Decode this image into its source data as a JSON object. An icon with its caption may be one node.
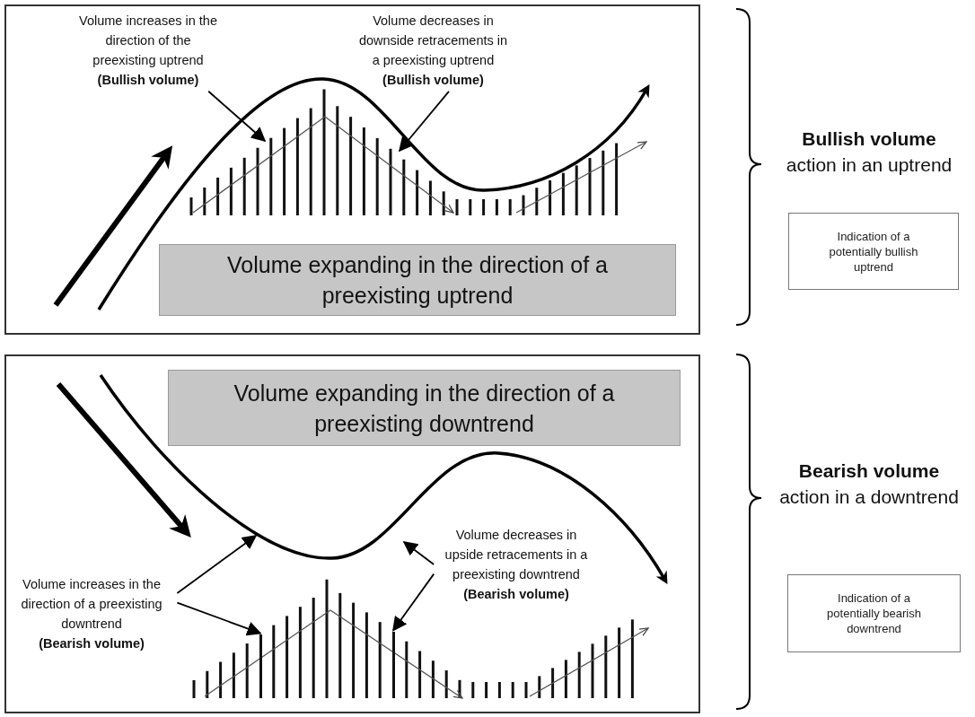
{
  "diagram": {
    "nodes": [
      {
        "text": [],
        "shape": "box"
      },
      {
        "text": [
          "Volume increases in the direction of the preexisting uptrend",
          "(Bullish volume)"
        ],
        "in": 0
      },
      {
        "text": [
          "Volume decreases in downside retracements in a preexisting uptrend",
          "(Bullish volume)"
        ],
        "in": 0
      },
      {
        "text": [
          "Volume expanding in the direction of a preexisting uptrend"
        ],
        "in": 0
      },
      {
        "text": [
          "Indication of a potentially bullish uptrend"
        ]
      },
      {
        "text": [],
        "shape": "box"
      },
      {
        "text": [
          "Volume expanding in the direction of a preexisting  downtrend"
        ],
        "in": 5
      },
      {
        "text": [
          "Volume decreases in upside retracements in a preexisting downtrend",
          "(Bearish volume)"
        ],
        "in": 5
      },
      {
        "text": [
          "Volume increases in the direction of a preexisting downtrend",
          "(Bearish volume)"
        ],
        "in": 5
      },
      {
        "text": [
          "Indication of a potentially bearish downtrend"
        ]
      },
      {
        "text": [],
        "shape": "bar",
        "in": 5
      },
      {
        "text": [],
        "shape": "bar",
        "in": 5
      }
    ],
    "edges": [
      {
        "from": 1,
        "to": null,
        "arrow": "to"
      },
      {
        "from": 2,
        "to": null,
        "arrow": "to"
      },
      {
        "from": 7,
        "to": null,
        "arrow": "to"
      },
      {
        "from": 7,
        "to": 11,
        "arrow": "to"
      },
      {
        "from": 8,
        "to": null,
        "arrow": "to"
      },
      {
        "from": 8,
        "to": 10,
        "arrow": "to"
      }
    ],
    "labels": [
      "**Bullish volume** action in an uptrend",
      "**Bearish volume** action in a downtrend"
    ]
  }
}
